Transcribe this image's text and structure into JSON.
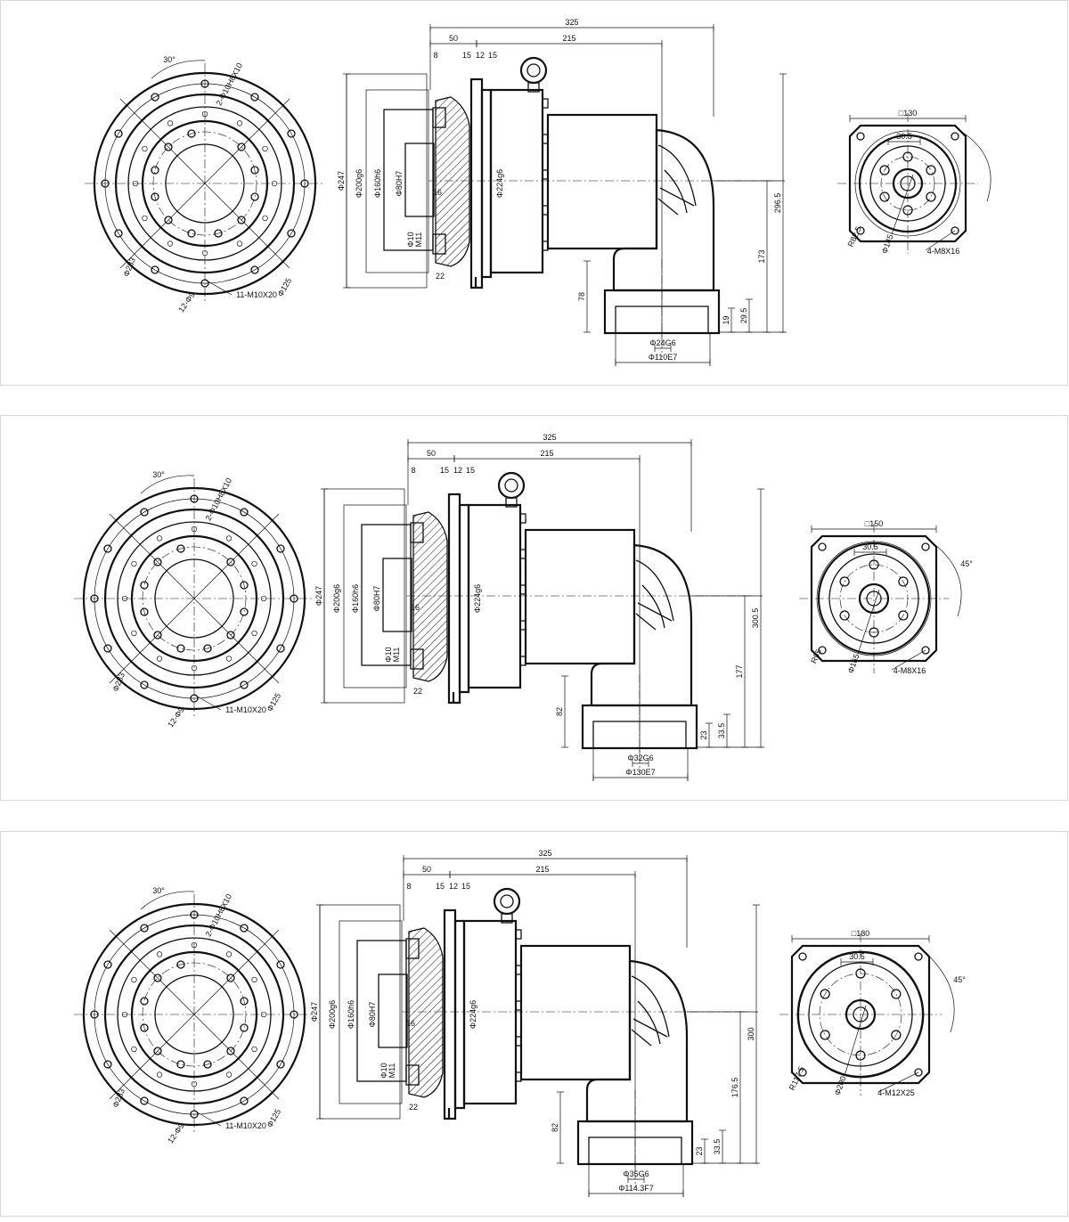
{
  "panels": [
    {
      "front": {
        "bolt_pattern": "2-Φ10H8X10",
        "pcd": "Φ233",
        "holes": "12-Φ9",
        "thread": "11-M10X20",
        "dia_small": "Φ125",
        "angle": "30°"
      },
      "side": {
        "overall_len": "325",
        "len_215": "215",
        "len_50": "50",
        "d8": "8",
        "d15": "15",
        "d12": "12",
        "d15b": "15",
        "dia_247": "Φ247",
        "dia_200": "Φ200g6",
        "dia_160": "Φ160h6",
        "dia_80": "Φ80H7",
        "dia_224": "Φ224g6",
        "d16": "16",
        "d22": "22",
        "m_a": "Φ10",
        "m_b": "M11",
        "height_total": "296.5",
        "height_mid": "173",
        "h_78": "78",
        "h_19": "19",
        "h_small": "29.5",
        "shaft": "Φ24G6",
        "flange": "Φ110E7"
      },
      "end": {
        "square": "□130",
        "offset": "30.5",
        "radius": "R82.5",
        "dia": "Φ145",
        "screws": "4-M8X16",
        "angle": ""
      }
    },
    {
      "front": {
        "bolt_pattern": "2-Φ10H8X10",
        "pcd": "Φ233",
        "holes": "12-Φ9",
        "thread": "11-M10X20",
        "dia_small": "Φ125",
        "angle": "30°"
      },
      "side": {
        "overall_len": "325",
        "len_215": "215",
        "len_50": "50",
        "d8": "8",
        "d15": "15",
        "d12": "12",
        "d15b": "15",
        "dia_247": "Φ247",
        "dia_200": "Φ200g6",
        "dia_160": "Φ160h6",
        "dia_80": "Φ80H7",
        "dia_224": "Φ224g6",
        "d16": "16",
        "d22": "22",
        "m_a": "Φ10",
        "m_b": "M11",
        "height_total": "300.5",
        "height_mid": "177",
        "h_78": "82",
        "h_19": "23",
        "h_small": "33.5",
        "shaft": "Φ32G6",
        "flange": "Φ130E7"
      },
      "end": {
        "square": "□150",
        "offset": "30.5",
        "radius": "R95",
        "dia": "Φ165",
        "screws": "4-M8X16",
        "angle": "45°"
      }
    },
    {
      "front": {
        "bolt_pattern": "2-Φ10H8X10",
        "pcd": "Φ233",
        "holes": "12-Φ9",
        "thread": "11-M10X20",
        "dia_small": "Φ125",
        "angle": "30°"
      },
      "side": {
        "overall_len": "325",
        "len_215": "215",
        "len_50": "50",
        "d8": "8",
        "d15": "15",
        "d12": "12",
        "d15b": "15",
        "dia_247": "Φ247",
        "dia_200": "Φ200g6",
        "dia_160": "Φ160h6",
        "dia_80": "Φ80H7",
        "dia_224": "Φ224g6",
        "d16": "16",
        "d22": "22",
        "m_a": "Φ10",
        "m_b": "M11",
        "height_total": "300",
        "height_mid": "176.5",
        "h_78": "82",
        "h_19": "23",
        "h_small": "33.5",
        "shaft": "Φ35G6",
        "flange": "Φ114.3F7"
      },
      "end": {
        "square": "□180",
        "offset": "30.5",
        "radius": "R117.5",
        "dia": "Φ200",
        "screws": "4-M12X25",
        "angle": "45°"
      }
    }
  ]
}
